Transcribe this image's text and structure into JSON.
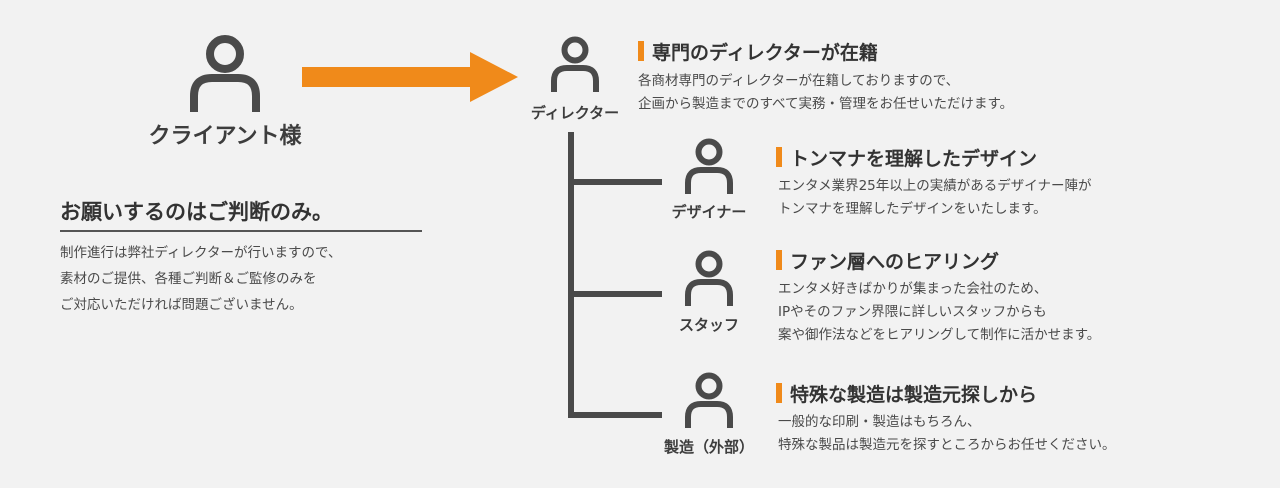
{
  "client": {
    "label": "クライアント様"
  },
  "director": {
    "label": "ディレクター"
  },
  "intro": {
    "title": "お願いするのはご判断のみ。",
    "lines": [
      "制作進行は弊社ディレクターが行いますので、",
      "素材のご提供、各種ご判断＆ご監修のみを",
      "ご対応いただければ問題ございません。"
    ]
  },
  "director_block": {
    "heading": "専門のディレクターが在籍",
    "lines": [
      "各商材専門のディレクターが在籍しておりますので、",
      "企画から製造までのすべて実務・管理をお任せいただけます。"
    ]
  },
  "branches": [
    {
      "label": "デザイナー",
      "heading": "トンマナを理解したデザイン",
      "lines": [
        "エンタメ業界25年以上の実績があるデザイナー陣が",
        "トンマナを理解したデザインをいたします。"
      ]
    },
    {
      "label": "スタッフ",
      "heading": "ファン層へのヒアリング",
      "lines": [
        "エンタメ好きばかりが集まった会社のため、",
        "IPやそのファン界隈に詳しいスタッフからも",
        "案や御作法などをヒアリングして制作に活かせます。"
      ]
    },
    {
      "label": "製造（外部）",
      "heading": "特殊な製造は製造元探しから",
      "lines": [
        "一般的な印刷・製造はもちろん、",
        "特殊な製品は製造元を探すところからお任せください。"
      ]
    }
  ],
  "colors": {
    "accent": "#f08a1a",
    "ink": "#4a4a4a",
    "background": "#f2f2f2"
  },
  "icons": {
    "person": "person-icon",
    "arrow": "arrow-right-icon"
  }
}
